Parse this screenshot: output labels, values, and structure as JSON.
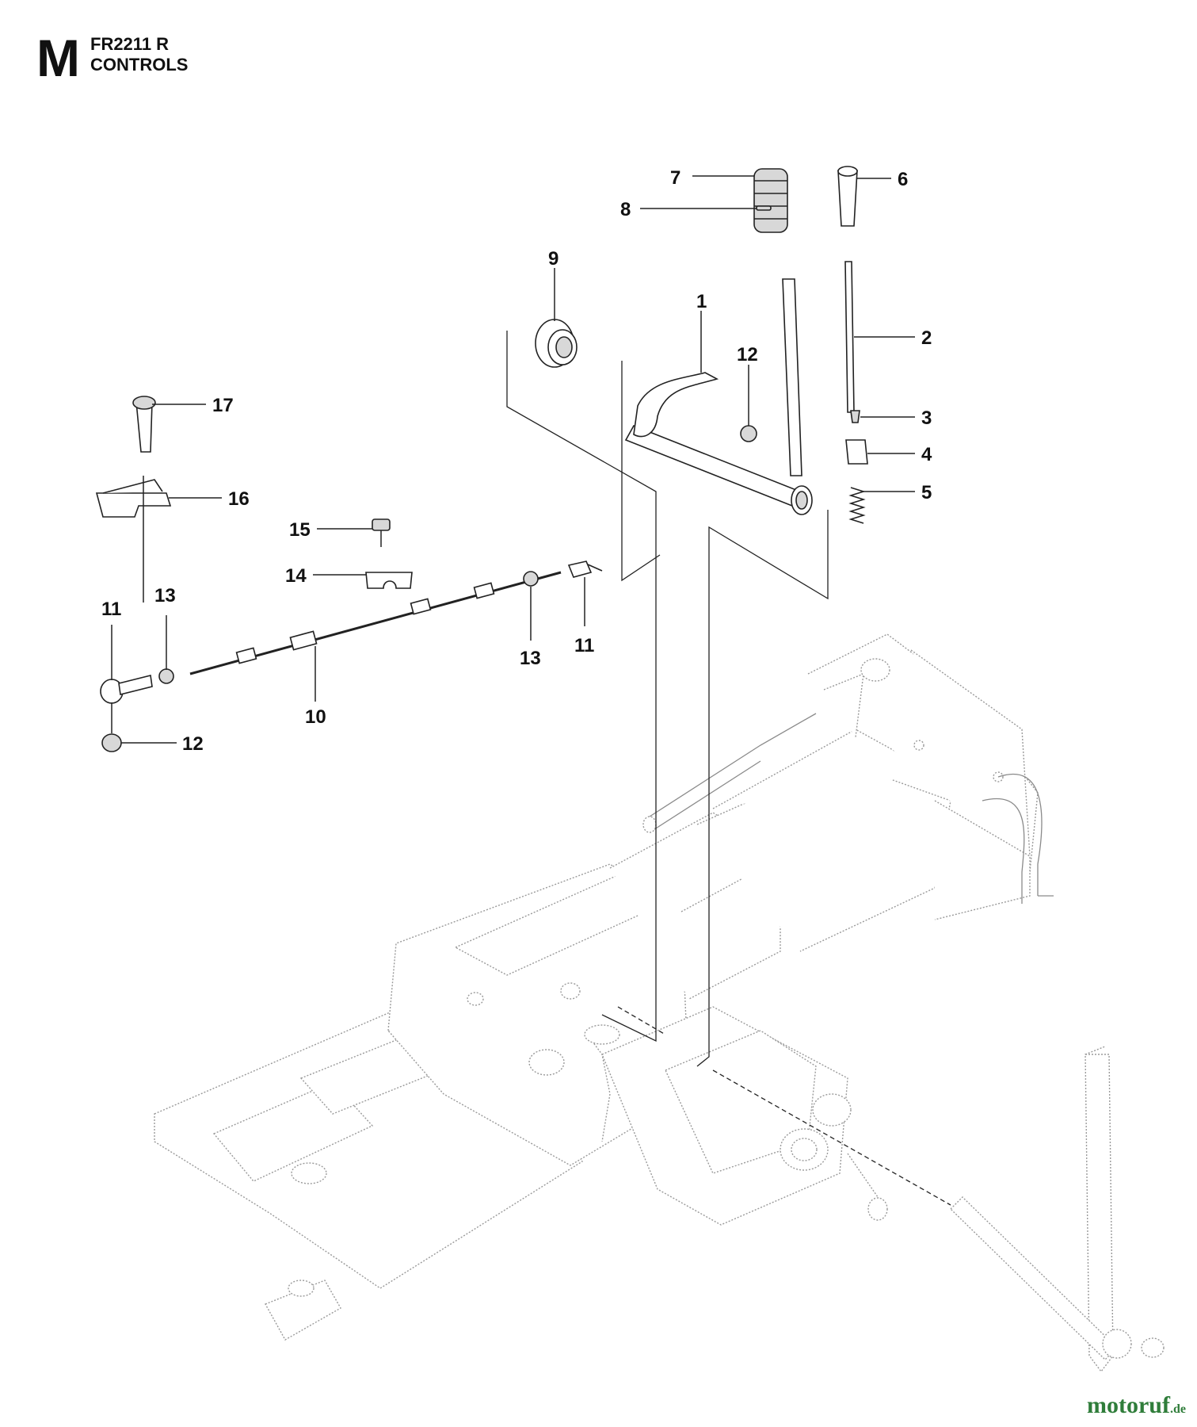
{
  "header": {
    "section_letter": "M",
    "model": "FR2211 R",
    "title": "CONTROLS"
  },
  "callouts": [
    "1",
    "2",
    "3",
    "4",
    "5",
    "6",
    "7",
    "8",
    "9",
    "10",
    "11",
    "11",
    "12",
    "12",
    "12",
    "13",
    "13",
    "14",
    "15",
    "16",
    "17"
  ],
  "watermark": {
    "main": "motoruf",
    "suffix": ".de"
  }
}
